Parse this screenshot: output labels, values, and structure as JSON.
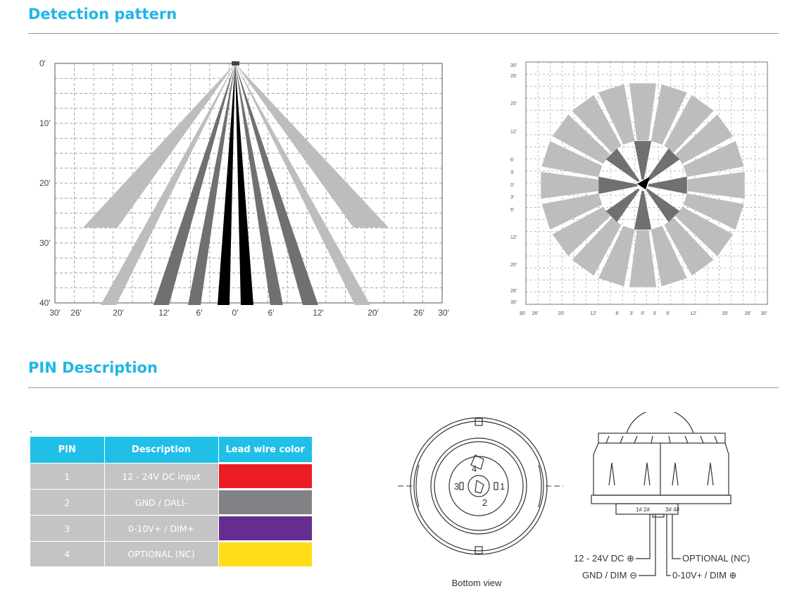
{
  "sections": {
    "detection_title": "Detection pattern",
    "pin_title": "PIN Description"
  },
  "side_view": {
    "y_labels": [
      "0′",
      "10′",
      "20′",
      "30′",
      "40′"
    ],
    "x_labels": [
      "30′",
      "26′",
      "20′",
      "12′",
      "6′",
      "0′",
      "6′",
      "12′",
      "20′",
      "26′",
      "30′"
    ]
  },
  "top_view": {
    "y_labels": [
      "30′",
      "26′",
      "20′",
      "12′",
      "6′",
      "3′",
      "0′",
      "3′",
      "6′",
      "12′",
      "20′",
      "26′",
      "30′"
    ],
    "x_labels": [
      "30′",
      "26′",
      "20′",
      "12′",
      "6′",
      "3′",
      "0′",
      "3′",
      "6′",
      "12′",
      "20′",
      "26′",
      "30′"
    ]
  },
  "colors": {
    "accent": "#1fb6e6",
    "beam_light": "#bdbdbd",
    "beam_dark": "#707070",
    "beam_black": "#000000",
    "wire_red": "#ed1c24",
    "wire_gray": "#808285",
    "wire_purple": "#662d91",
    "wire_yellow": "#ffde17"
  },
  "pin_table": {
    "headers": [
      "PIN",
      "Description",
      "Lead wire color"
    ],
    "rows": [
      {
        "pin": "1",
        "description": "12 - 24V DC input",
        "color": "#ed1c24"
      },
      {
        "pin": "2",
        "description": "GND / DALI-",
        "color": "#808285"
      },
      {
        "pin": "3",
        "description": "0-10V+ / DIM+",
        "color": "#662d91"
      },
      {
        "pin": "4",
        "description": "OPTIONAL (NC)",
        "color": "#ffde17"
      }
    ]
  },
  "bottom_view": {
    "caption": "Bottom view",
    "pin_labels": [
      "4",
      "3",
      "1",
      "2"
    ]
  },
  "side_drawing": {
    "terminal_left": "1# 2#",
    "terminal_right": "3# 4#",
    "wire_labels": {
      "dc_input": "12 - 24V DC ⊕",
      "gnd": "GND / DIM ⊖",
      "optional": "OPTIONAL (NC)",
      "dim": "0-10V+ / DIM ⊕"
    }
  }
}
